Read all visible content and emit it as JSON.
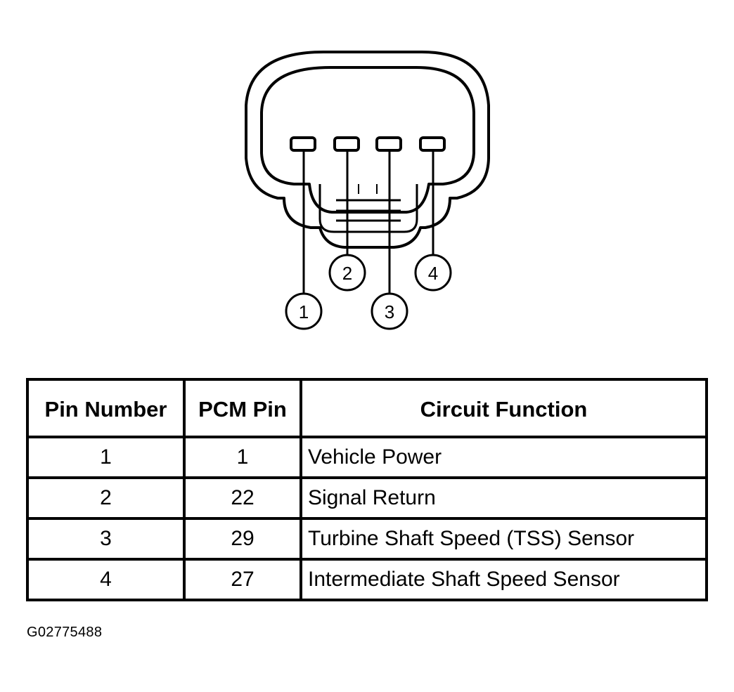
{
  "diagram": {
    "callouts": [
      "1",
      "2",
      "3",
      "4"
    ]
  },
  "table": {
    "headers": [
      "Pin Number",
      "PCM Pin",
      "Circuit Function"
    ],
    "rows": [
      {
        "pin": "1",
        "pcm": "1",
        "function": "Vehicle Power"
      },
      {
        "pin": "2",
        "pcm": "22",
        "function": "Signal Return"
      },
      {
        "pin": "3",
        "pcm": "29",
        "function": "Turbine Shaft Speed (TSS) Sensor"
      },
      {
        "pin": "4",
        "pcm": "27",
        "function": "Intermediate Shaft Speed Sensor"
      }
    ]
  },
  "figure_id": "G02775488"
}
